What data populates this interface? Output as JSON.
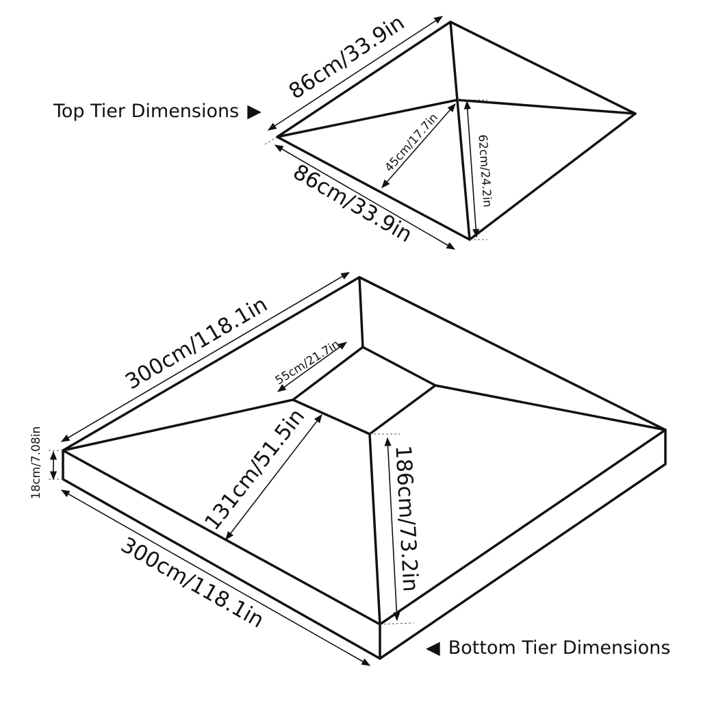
{
  "top_tier": {
    "caption": "Top Tier Dimensions",
    "caption_arrow": "▶",
    "dims": {
      "upper_edge": "86cm/33.9in",
      "lower_edge": "86cm/33.9in",
      "slant": "45cm/17.7in",
      "height": "62cm/24.2in"
    }
  },
  "bottom_tier": {
    "caption": "Bottom Tier Dimensions",
    "caption_arrow": "◀",
    "dims": {
      "upper_edge": "300cm/118.1in",
      "lower_edge": "300cm/118.1in",
      "opening": "55cm/21.7in",
      "slant": "131cm/51.5in",
      "diagonal": "186cm/73.2in",
      "wall_height": "18cm/7.08in"
    }
  }
}
